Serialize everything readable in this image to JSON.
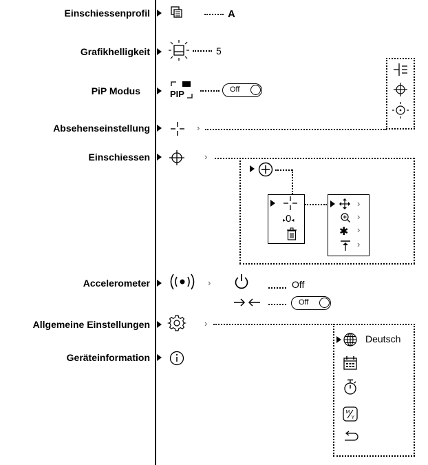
{
  "menu": [
    {
      "label": "Einschiessenprofil"
    },
    {
      "label": "Grafikhelligkeit"
    },
    {
      "label": "PiP Modus"
    },
    {
      "label": "Absehenseinstellung"
    },
    {
      "label": "Einschiessen"
    },
    {
      "label": "Accelerometer"
    },
    {
      "label": "Allgemeine Einstellungen"
    },
    {
      "label": "Geräteinformation"
    }
  ],
  "profile_value": "A",
  "brightness_value": "5",
  "pip_icon_text": "PIP",
  "pip_toggle": "Off",
  "accel": {
    "power_value": "Off",
    "toggle": "Off"
  },
  "general": {
    "language": "Deutsch"
  },
  "zeroing": {
    "zero_value": "0"
  },
  "icons": [
    "profile-icon",
    "brightness-icon",
    "pip-icon",
    "reticle-icon",
    "crosshair-icon",
    "accelerometer-icon",
    "gear-icon",
    "info-icon"
  ]
}
